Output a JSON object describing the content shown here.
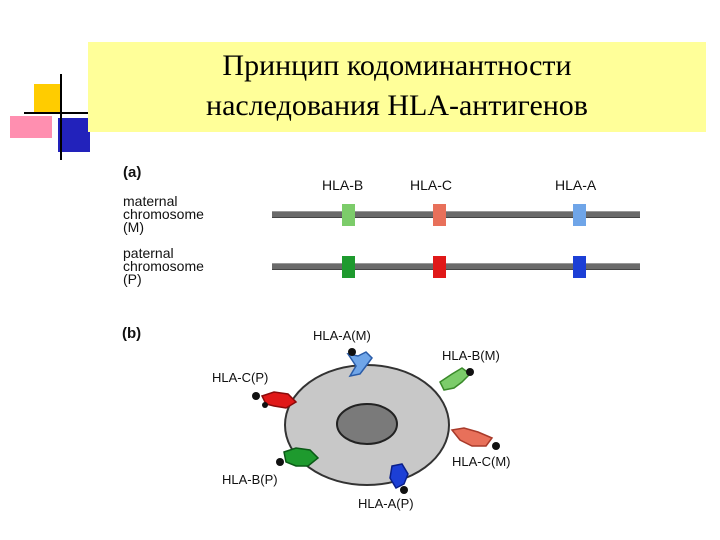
{
  "slide": {
    "title_line1": "Принцип кодоминантности",
    "title_line2": "наследования HLA-антигенов"
  },
  "panel_a": {
    "label": "(a)",
    "gene_headers": [
      "HLA-B",
      "HLA-C",
      "HLA-A"
    ],
    "maternal_label": [
      "maternal",
      "chromosome",
      "(M)"
    ],
    "paternal_label": [
      "paternal",
      "chromosome",
      "(P)"
    ]
  },
  "panel_b": {
    "label": "(b)",
    "molecules": [
      "HLA-A(M)",
      "HLA-B(M)",
      "HLA-C(P)",
      "HLA-C(M)",
      "HLA-B(P)",
      "HLA-A(P)"
    ]
  },
  "colors": {
    "title_bg": "#ffff99",
    "hla_b_maternal": "#7ccc6a",
    "hla_c_maternal": "#e8705a",
    "hla_a_maternal": "#6fa5e8",
    "hla_b_paternal": "#1e9a2e",
    "hla_c_paternal": "#e01818",
    "hla_a_paternal": "#1c3fd6",
    "cell": "#c8c8c8",
    "nucleus": "#7a7a7a"
  }
}
